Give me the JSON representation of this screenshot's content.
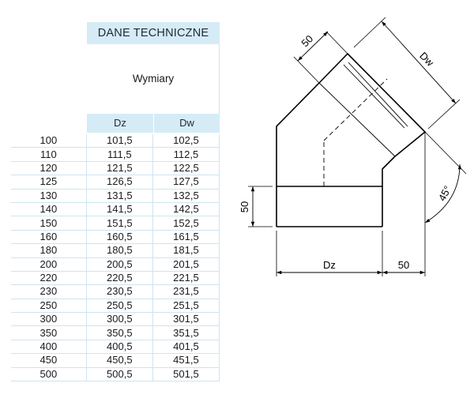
{
  "header": {
    "title": "DANE TECHNICZNE",
    "subtitle": "Wymiary"
  },
  "table": {
    "columns": [
      "",
      "Dz",
      "Dw"
    ],
    "rows": [
      [
        "100",
        "101,5",
        "102,5"
      ],
      [
        "110",
        "111,5",
        "112,5"
      ],
      [
        "120",
        "121,5",
        "122,5"
      ],
      [
        "125",
        "126,5",
        "127,5"
      ],
      [
        "130",
        "131,5",
        "132,5"
      ],
      [
        "140",
        "141,5",
        "142,5"
      ],
      [
        "150",
        "151,5",
        "152,5"
      ],
      [
        "160",
        "160,5",
        "161,5"
      ],
      [
        "180",
        "180,5",
        "181,5"
      ],
      [
        "200",
        "200,5",
        "201,5"
      ],
      [
        "220",
        "220,5",
        "221,5"
      ],
      [
        "230",
        "230,5",
        "231,5"
      ],
      [
        "250",
        "250,5",
        "251,5"
      ],
      [
        "300",
        "300,5",
        "301,5"
      ],
      [
        "350",
        "350,5",
        "351,5"
      ],
      [
        "400",
        "400,5",
        "401,5"
      ],
      [
        "450",
        "450,5",
        "451,5"
      ],
      [
        "500",
        "500,5",
        "501,5"
      ]
    ]
  },
  "drawing": {
    "label_top_50": "50",
    "label_dw": "Dw",
    "label_left_50": "50",
    "label_dz": "Dz",
    "label_bottom_50": "50",
    "label_angle": "45°"
  },
  "colors": {
    "header_bg": "#d5ecf7",
    "grid_line": "#cfe4ef"
  }
}
